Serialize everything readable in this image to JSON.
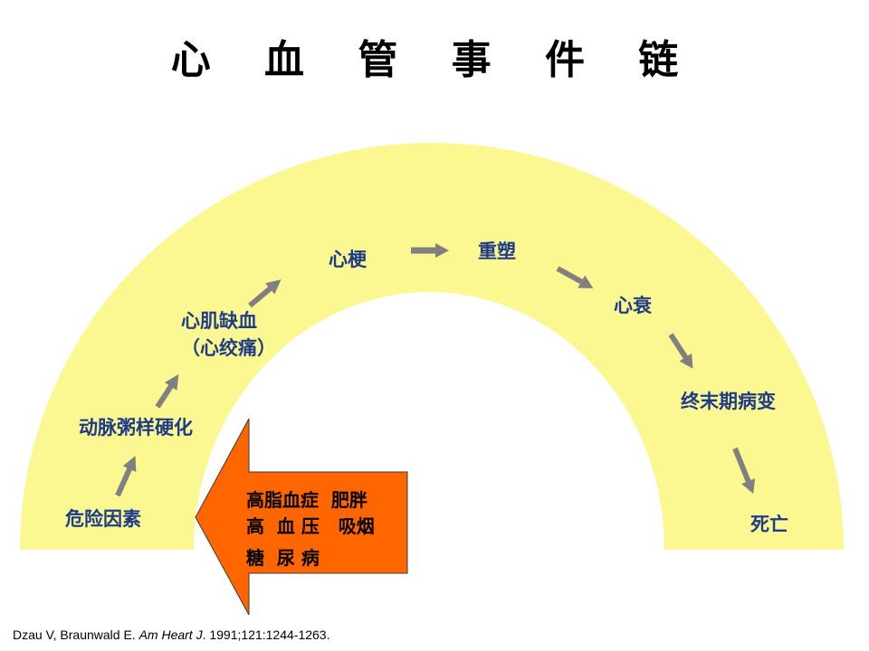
{
  "title": "心 血 管 事 件 链",
  "chain": {
    "risk_factors": "危险因素",
    "atherosclerosis": "动脉粥样硬化",
    "ischemia_line1": "心肌缺血",
    "ischemia_line2": "（心绞痛）",
    "infarction": "心梗",
    "remodeling": "重塑",
    "heart_failure": "心衰",
    "end_stage": "终末期病变",
    "death": "死亡"
  },
  "risk_arrow": {
    "line1": "高脂血症  肥胖",
    "line2": "高  血 压   吸烟",
    "line3": "糖  尿 病"
  },
  "citation": {
    "authors": "Dzau V, Braunwald E. ",
    "journal": "Am Heart J",
    "rest": ". 1991;121:1244-1263."
  },
  "colors": {
    "arc": "#fbf791",
    "arrow": "#808080",
    "risk_arrow_fill": "#ff6600",
    "node_text": "#1f3c88"
  }
}
